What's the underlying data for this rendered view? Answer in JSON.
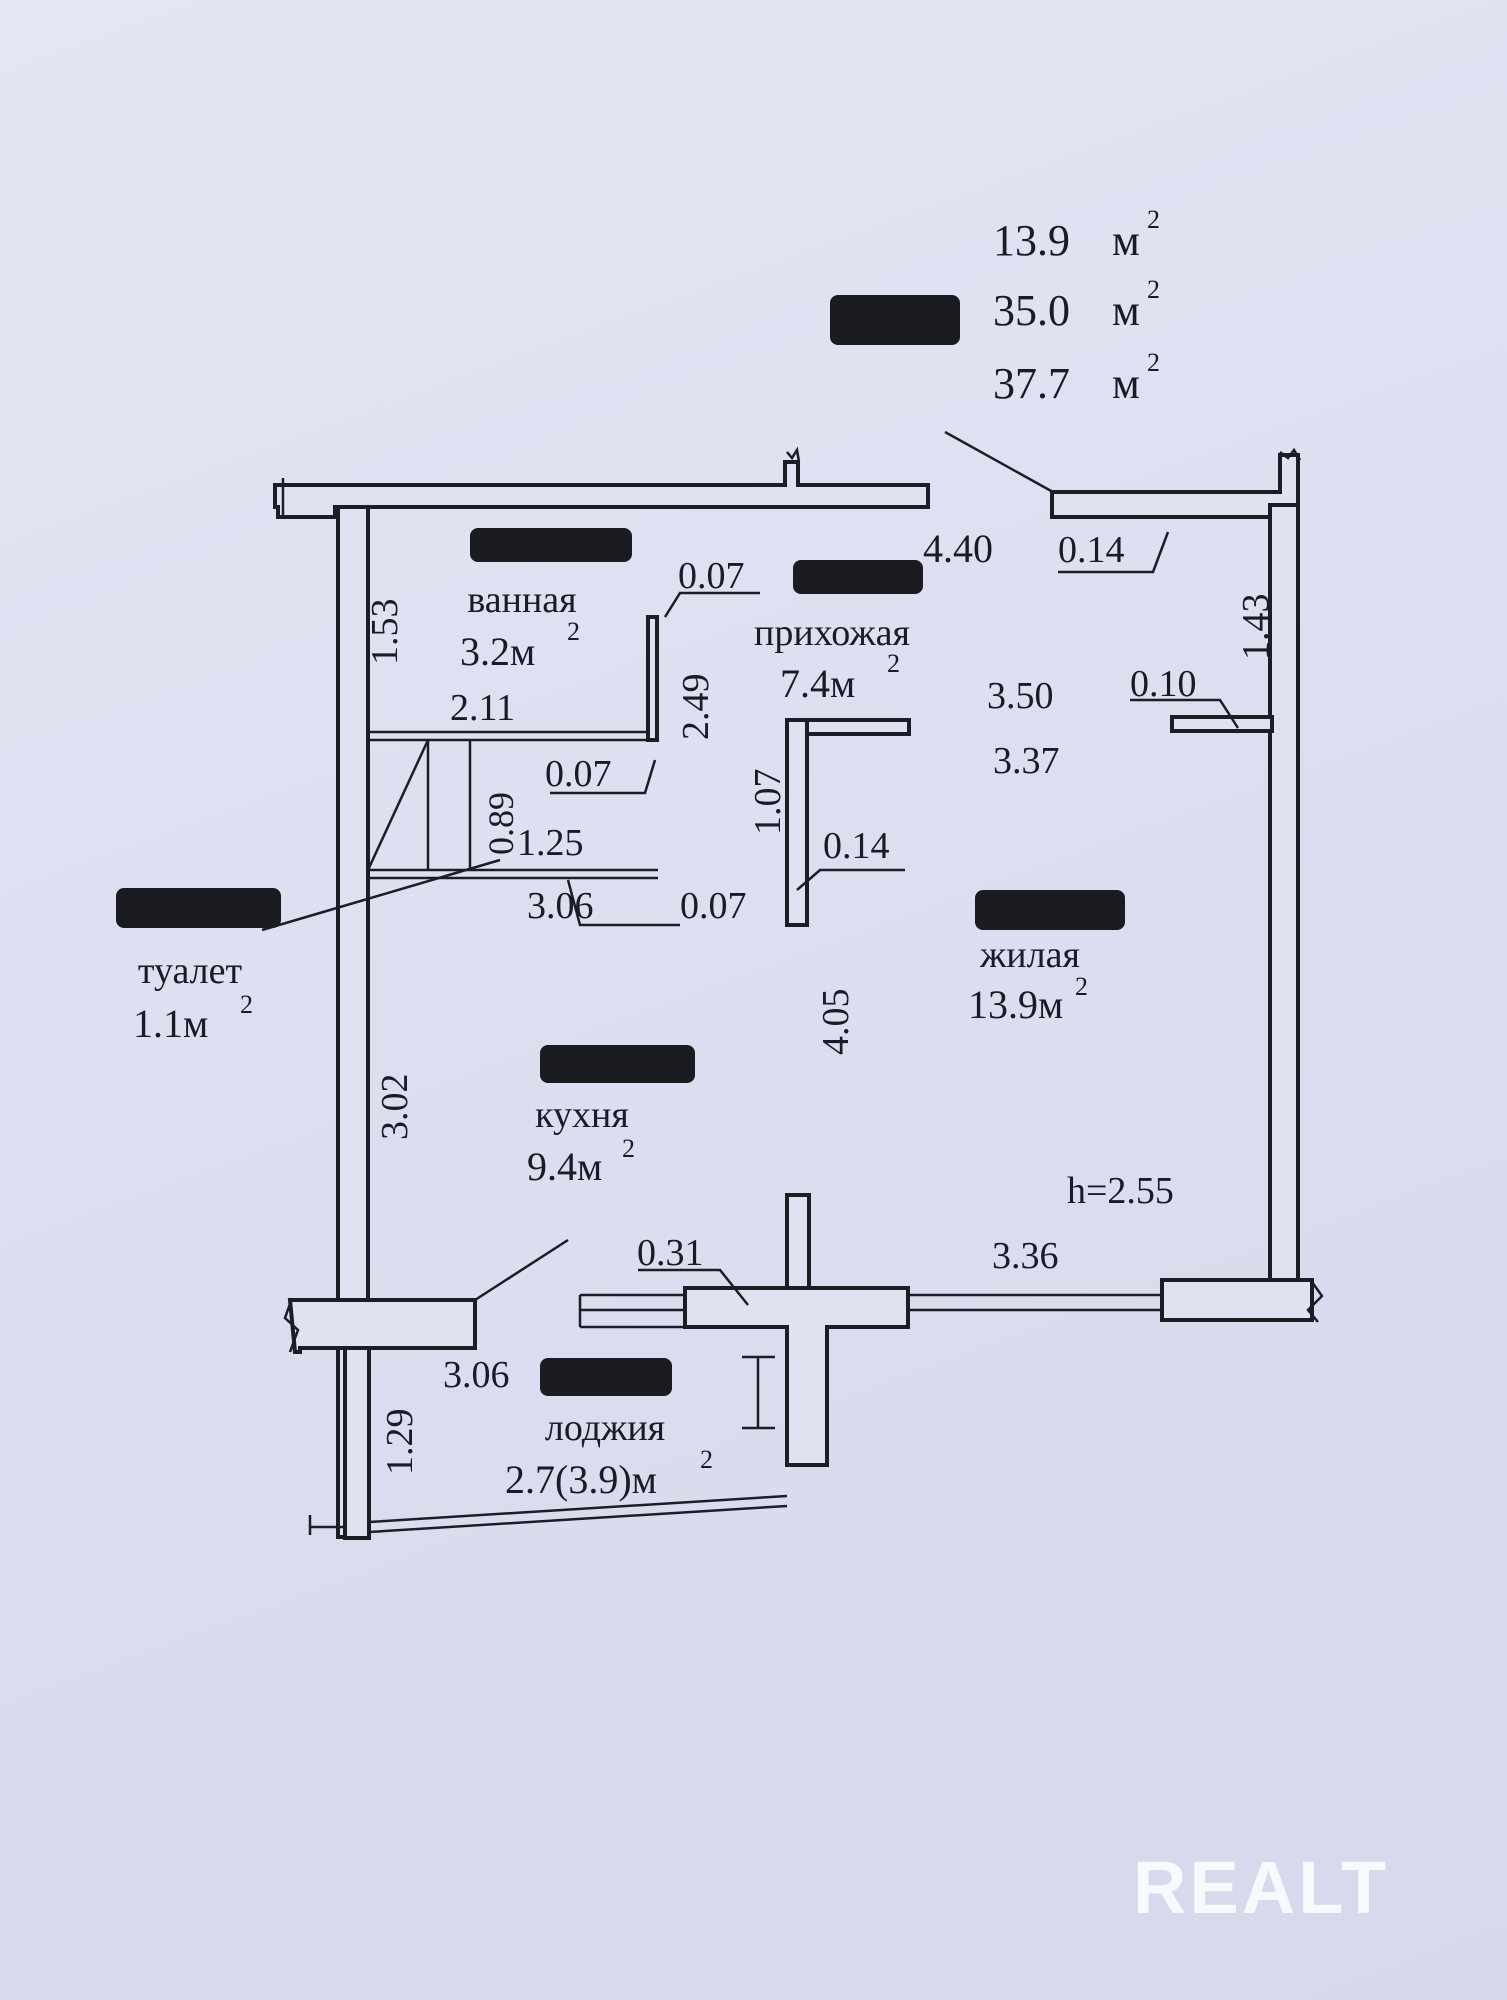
{
  "areas": {
    "living": "13.9",
    "total_living": "35.0",
    "total": "37.7",
    "unit": "м"
  },
  "rooms": {
    "bathroom": {
      "name": "ванная",
      "area": "3.2м"
    },
    "hallway": {
      "name": "прихожая",
      "area": "7.4м"
    },
    "living": {
      "name": "жилая",
      "area": "13.9м"
    },
    "toilet": {
      "name": "туалет",
      "area": "1.1м"
    },
    "kitchen": {
      "name": "кухня",
      "area": "9.4м"
    },
    "loggia": {
      "name": "лоджия",
      "area": "2.7(3.9)м"
    }
  },
  "dimensions": {
    "d_1_53": "1.53",
    "d_2_11": "2.11",
    "d_0_07_top": "0.07",
    "d_2_49": "2.49",
    "d_0_07_mid": "0.07",
    "d_0_89": "0.89",
    "d_1_25": "1.25",
    "d_3_06_top": "3.06",
    "d_0_07_low": "0.07",
    "d_1_07": "1.07",
    "d_0_14_mid": "0.14",
    "d_4_40": "4.40",
    "d_0_14_top": "0.14",
    "d_1_43": "1.43",
    "d_3_50": "3.50",
    "d_0_10": "0.10",
    "d_3_37": "3.37",
    "d_4_05": "4.05",
    "d_3_02": "3.02",
    "height": "h=2.55",
    "d_0_31": "0.31",
    "d_3_36": "3.36",
    "d_3_06_bottom": "3.06",
    "d_1_29": "1.29"
  },
  "watermark": "REALT"
}
